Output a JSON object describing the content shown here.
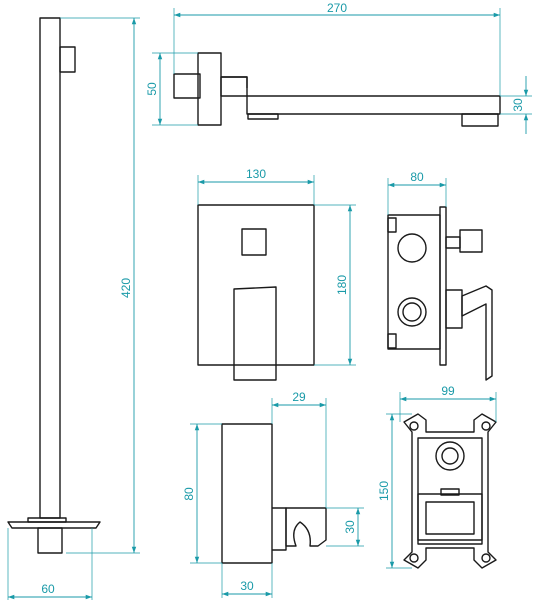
{
  "dimensions": {
    "arm_length": "270",
    "arm_flange_height": "50",
    "arm_height": "30",
    "column_height": "420",
    "column_base_width": "60",
    "plate_width": "130",
    "plate_height": "180",
    "mixer_depth": "80",
    "holder_depth": "29",
    "holder_height": "80",
    "holder_width": "30",
    "holder_hook_height": "30",
    "box_width": "99",
    "box_height": "150"
  },
  "colors": {
    "dimension": "#1a9aa8",
    "outline": "#1a1a1a",
    "background": "#ffffff"
  }
}
